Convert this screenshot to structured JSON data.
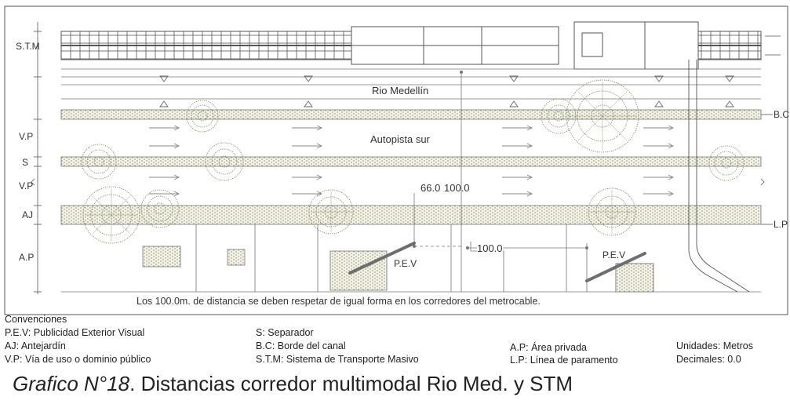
{
  "zones": {
    "stm": "S.T.M",
    "vp_top": "V.P",
    "s": "S",
    "vp_bottom": "V.P",
    "aj": "AJ",
    "ap": "A.P",
    "bc": "B.C",
    "lp": "L.P"
  },
  "labels": {
    "river": "Rio Medellín",
    "highway": "Autopista sur",
    "dim_66": "66.0",
    "dim_100_v": "100.0",
    "dim_100_h": "100.0",
    "pev_1": "P.E.V",
    "pev_2": "P.E.V"
  },
  "note": "Los 100.0m. de distancia se deben respetar de igual forma en los corredores del metrocable.",
  "legend": {
    "title": "Convenciones",
    "pev": "P.E.V: Publicidad Exterior Visual",
    "aj": "AJ: Antejardín",
    "vp": "V.P: Vía de uso o dominio público",
    "s": "S: Separador",
    "bc": "B.C: Borde del canal",
    "stm": "S.T.M: Sistema de Transporte Masivo",
    "ap": "A.P: Área privada",
    "lp": "L.P: Línea de paramento",
    "units": "Unidades: Metros",
    "decimals": "Decimales: 0.0"
  },
  "caption": {
    "number": "Grafico N°18",
    "text": ". Distancias corredor multimodal Rio Med. y STM"
  },
  "colors": {
    "line": "#555555",
    "hatch": "#8a8a5c",
    "tree": "#6f7d4d",
    "board": "#6e6e6e"
  }
}
